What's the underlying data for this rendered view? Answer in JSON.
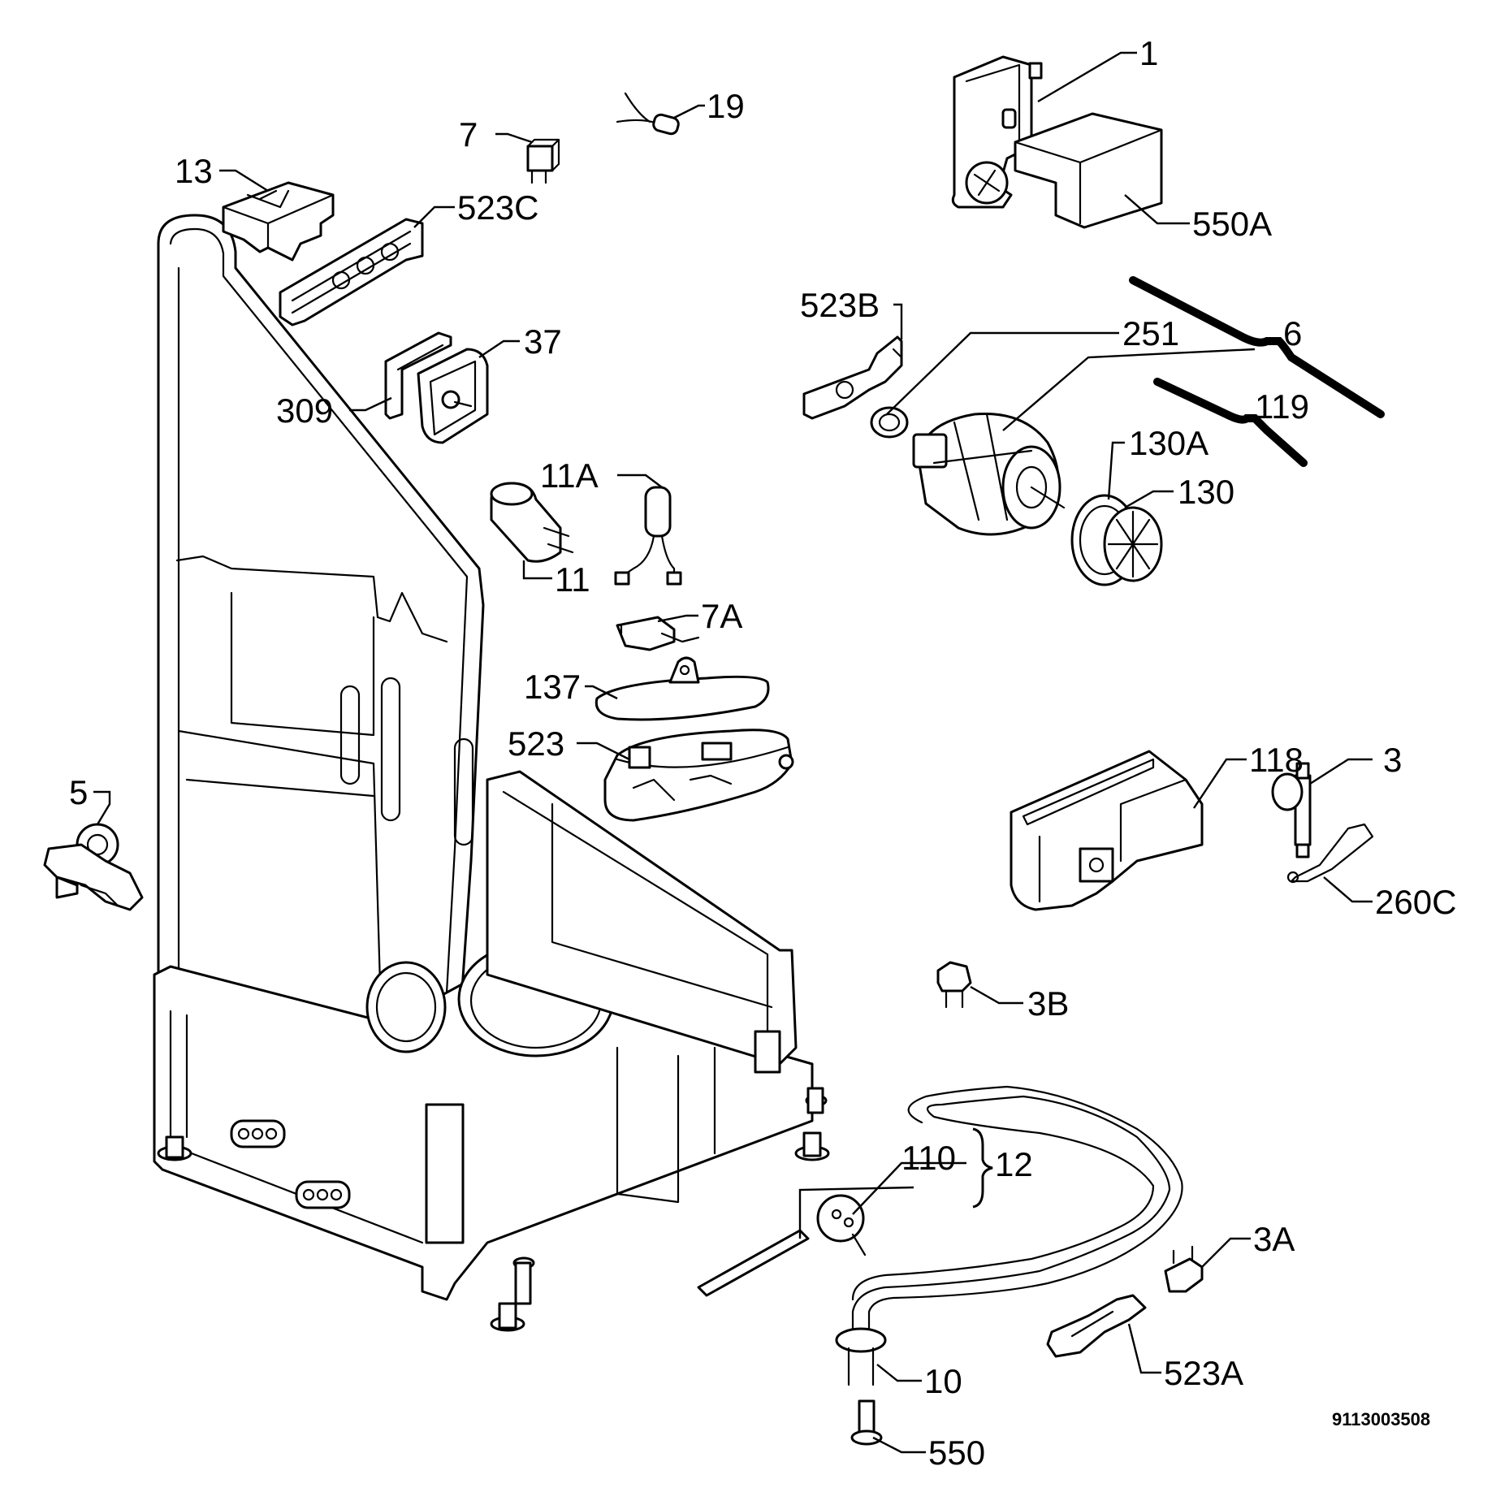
{
  "diagram": {
    "document_number": "9113003508",
    "callouts": {
      "c1": "1",
      "c550A": "550A",
      "c19": "19",
      "c7": "7",
      "c13": "13",
      "c523C": "523C",
      "c523B": "523B",
      "c251": "251",
      "c6": "6",
      "c119": "119",
      "c37": "37",
      "c309": "309",
      "c130A": "130A",
      "c130": "130",
      "c11A": "11A",
      "c11": "11",
      "c7A": "7A",
      "c137": "137",
      "c523": "523",
      "c118": "118",
      "c3": "3",
      "c5": "5",
      "c260C": "260C",
      "c3B": "3B",
      "c110": "110",
      "c12": "12",
      "c3A": "3A",
      "c10": "10",
      "c523A": "523A",
      "c550": "550"
    }
  }
}
